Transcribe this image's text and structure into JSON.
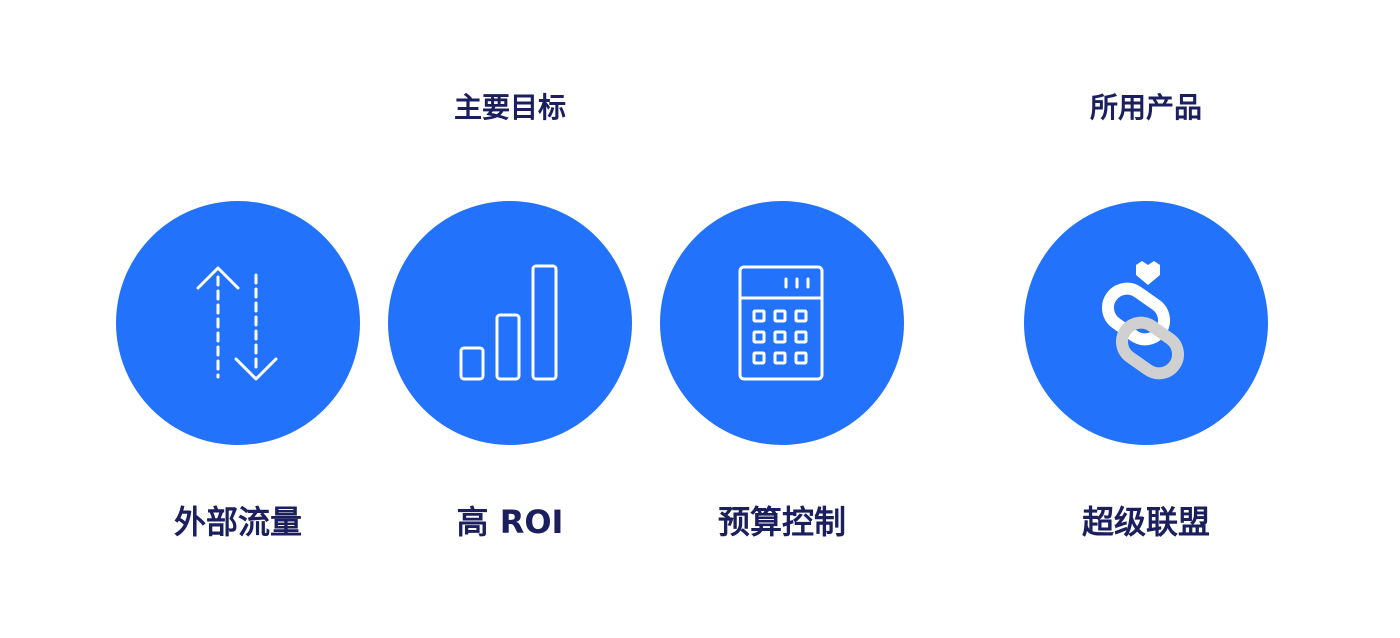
{
  "sections": {
    "goals_title": "主要目标",
    "products_title": "所用产品"
  },
  "goals": [
    {
      "label": "外部流量",
      "icon": "traffic-arrows-icon"
    },
    {
      "label": "高 ROI",
      "icon": "bar-chart-icon"
    },
    {
      "label": "预算控制",
      "icon": "calculator-icon"
    }
  ],
  "products": [
    {
      "label": "超级联盟",
      "icon": "chain-link-icon"
    }
  ],
  "colors": {
    "circle": "#2272fb",
    "text": "#1b1f5e",
    "icon": "#ffffff",
    "link_secondary": "#d0d0d0"
  }
}
